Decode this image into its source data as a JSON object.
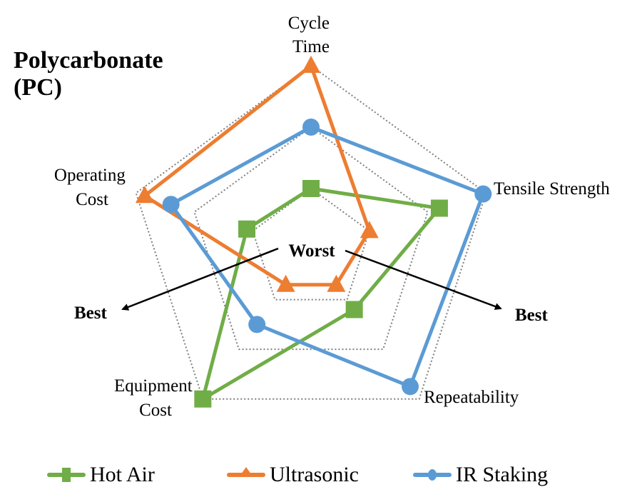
{
  "title_line1": "Polycarbonate",
  "title_line2": "(PC)",
  "axes": {
    "cycle_time": [
      "Cycle",
      "Time"
    ],
    "tensile_strength": [
      "Tensile Strength"
    ],
    "repeatability": [
      "Repeatability"
    ],
    "equipment_cost": [
      "Equipment",
      "Cost"
    ],
    "operating_cost": [
      "Operating",
      "Cost"
    ]
  },
  "annotations": {
    "worst": "Worst",
    "best_left": "Best",
    "best_right": "Best"
  },
  "legend": {
    "hot_air": "Hot Air",
    "ultrasonic": "Ultrasonic",
    "ir_staking": "IR Staking"
  },
  "colors": {
    "hot_air": "#70AD47",
    "ultrasonic": "#ED7D31",
    "ir_staking": "#5B9BD5",
    "grid": "#7f7f7f"
  },
  "chart_data": {
    "type": "radar",
    "title": "Polycarbonate (PC)",
    "categories": [
      "Cycle Time",
      "Tensile Strength",
      "Repeatability",
      "Equipment Cost",
      "Operating Cost"
    ],
    "scale": {
      "min": 0,
      "max": 3,
      "center_meaning": "Worst",
      "outer_meaning": "Best"
    },
    "gridlines": [
      1,
      2,
      3
    ],
    "series": [
      {
        "name": "Hot Air",
        "marker": "square",
        "color": "#70AD47",
        "values": [
          1.0,
          2.2,
          1.2,
          3.0,
          1.1
        ]
      },
      {
        "name": "Ultrasonic",
        "marker": "triangle",
        "color": "#ED7D31",
        "values": [
          3.0,
          1.0,
          0.7,
          0.7,
          2.85
        ]
      },
      {
        "name": "IR Staking",
        "marker": "circle",
        "color": "#5B9BD5",
        "values": [
          2.0,
          2.95,
          2.75,
          1.5,
          2.4
        ]
      }
    ],
    "legend_position": "bottom"
  }
}
